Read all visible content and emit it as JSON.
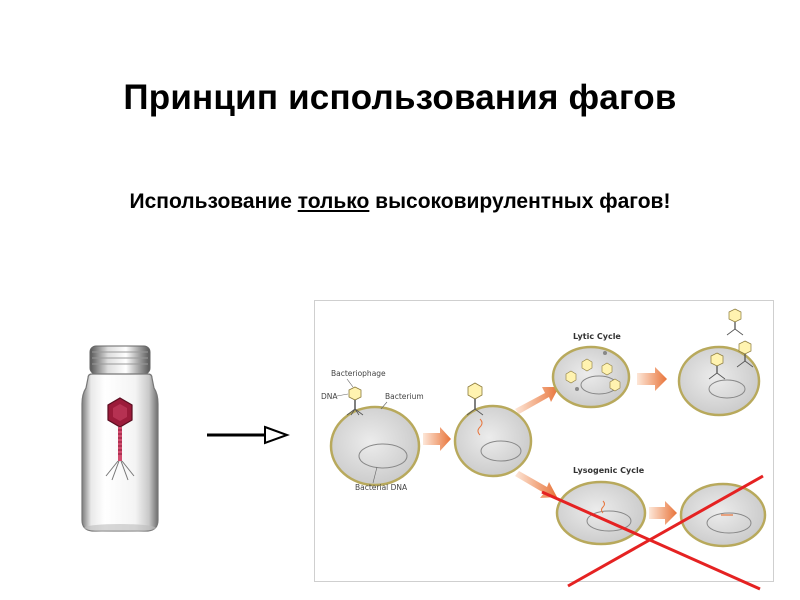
{
  "slide": {
    "title": "Принцип использования фагов",
    "subtitle_before": "Использование ",
    "subtitle_emph": "только",
    "subtitle_after": " высоковирулентных фагов!"
  },
  "diagram": {
    "label_bacteriophage": "Bacteriophage",
    "label_dna": "DNA",
    "label_bacterium": "Bacterium",
    "label_bacterial_dna": "Bacterial DNA",
    "label_lytic": "Lytic Cycle",
    "label_lysogenic": "Lysogenic Cycle"
  },
  "colors": {
    "cell_fill": "#d6d6d6",
    "cell_border": "#b8a95c",
    "arrow_orange": "#e8743a",
    "cross_red": "#e52222",
    "phage_yellow": "#fff3b0",
    "vial_phage": "#9b1b3a"
  }
}
